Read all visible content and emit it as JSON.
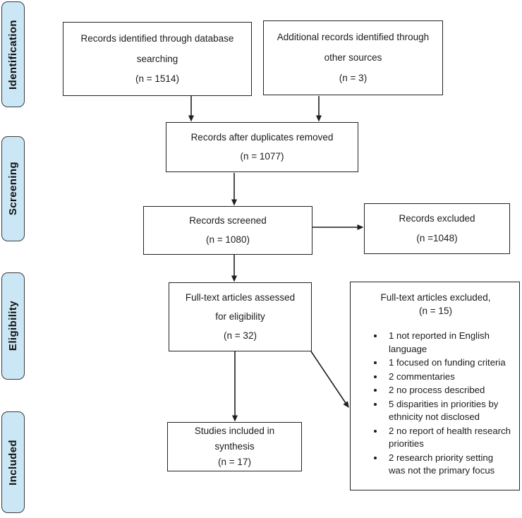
{
  "colors": {
    "stage_fill": "#cbe7f6",
    "box_border": "#222222",
    "line": "#1f1f1f"
  },
  "stages": {
    "identification": "Identification",
    "screening": "Screening",
    "eligibility": "Eligibility",
    "included": "Included"
  },
  "boxes": {
    "database_search": {
      "lines": [
        "Records identified through database",
        "searching",
        "(n = 1514)"
      ]
    },
    "other_sources": {
      "lines": [
        "Additional records identified through",
        "other sources",
        "(n = 3)"
      ]
    },
    "duplicates_removed": {
      "lines": [
        "Records after duplicates removed",
        "(n = 1077)"
      ]
    },
    "records_screened": {
      "lines": [
        "Records screened",
        "(n = 1080)"
      ]
    },
    "records_excluded": {
      "lines": [
        "Records excluded",
        "(n =1048)"
      ]
    },
    "fulltext_assessed": {
      "lines": [
        "Full-text articles assessed",
        "for eligibility",
        "(n = 32)"
      ]
    },
    "fulltext_excluded": {
      "title": "Full-text articles excluded,",
      "count": "(n = 15)",
      "reasons": [
        "1 not reported in English language",
        "1 focused on funding criteria",
        "2 commentaries",
        "2 no process described",
        "5 disparities in priorities by ethnicity not disclosed",
        "2 no report of health research priorities",
        "2 research priority setting was not the primary focus"
      ]
    },
    "studies_included": {
      "lines": [
        "Studies included in",
        "synthesis",
        "(n = 17)"
      ]
    }
  }
}
